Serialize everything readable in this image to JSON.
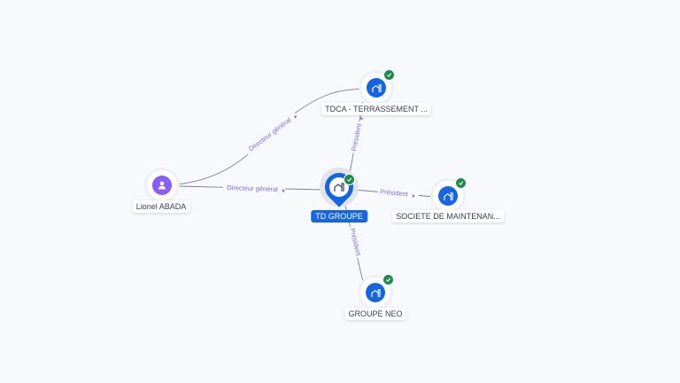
{
  "colors": {
    "accent": "#1565e0",
    "person": "#8b5cf6",
    "check": "#1e8a4c",
    "edge": "#7a7f95",
    "edge_label": "#7b6fd6"
  },
  "nodes": {
    "person": {
      "label": "Lionel ABADA",
      "icon": "user-icon"
    },
    "main": {
      "label": "TD GROUPE",
      "icon": "building-icon"
    },
    "tdca": {
      "label": "TDCA - TERRASSEMENT ...",
      "icon": "building-icon"
    },
    "societe": {
      "label": "SOCIETE DE MAINTENAN...",
      "icon": "building-icon"
    },
    "neo": {
      "label": "GROUPE NEO",
      "icon": "building-icon"
    }
  },
  "edges": [
    {
      "from": "Lionel ABADA",
      "to": "TDCA - TERRASSEMENT ...",
      "label": "Directeur général"
    },
    {
      "from": "Lionel ABADA",
      "to": "TD GROUPE",
      "label": "Directeur général"
    },
    {
      "from": "TD GROUPE",
      "to": "TDCA - TERRASSEMENT ...",
      "label": "Président"
    },
    {
      "from": "TD GROUPE",
      "to": "SOCIETE DE MAINTENAN...",
      "label": "Président"
    },
    {
      "from": "TD GROUPE",
      "to": "GROUPE NEO",
      "label": "Président"
    }
  ]
}
